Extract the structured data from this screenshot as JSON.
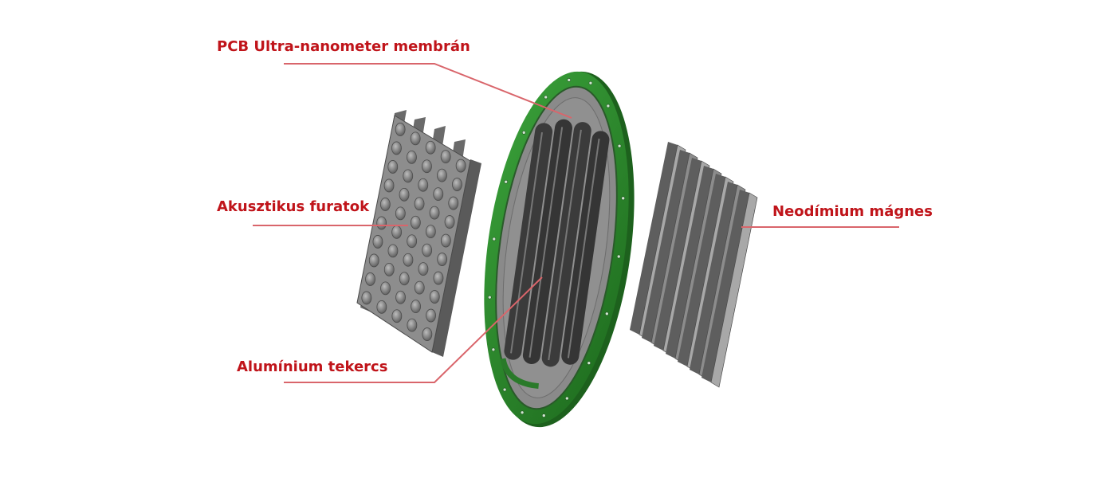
{
  "labels": {
    "membrane": "PCB Ultra-nanometer membrán",
    "holes": "Akusztikus furatok",
    "coil": "Alumínium tekercs",
    "magnet": "Neodímium mágnes"
  },
  "colors": {
    "label_text": "#c0141a",
    "leader_line": "#d9656b",
    "ring_green": "#2e8b2e",
    "ring_green_dark": "#1f6a1f",
    "membrane_gray": "#8a8a8a",
    "coil_dark": "#3a3a3a",
    "part_gray": "#8c8c8c",
    "part_gray_dark": "#5e5e5e",
    "part_gray_light": "#a8a8a8"
  }
}
